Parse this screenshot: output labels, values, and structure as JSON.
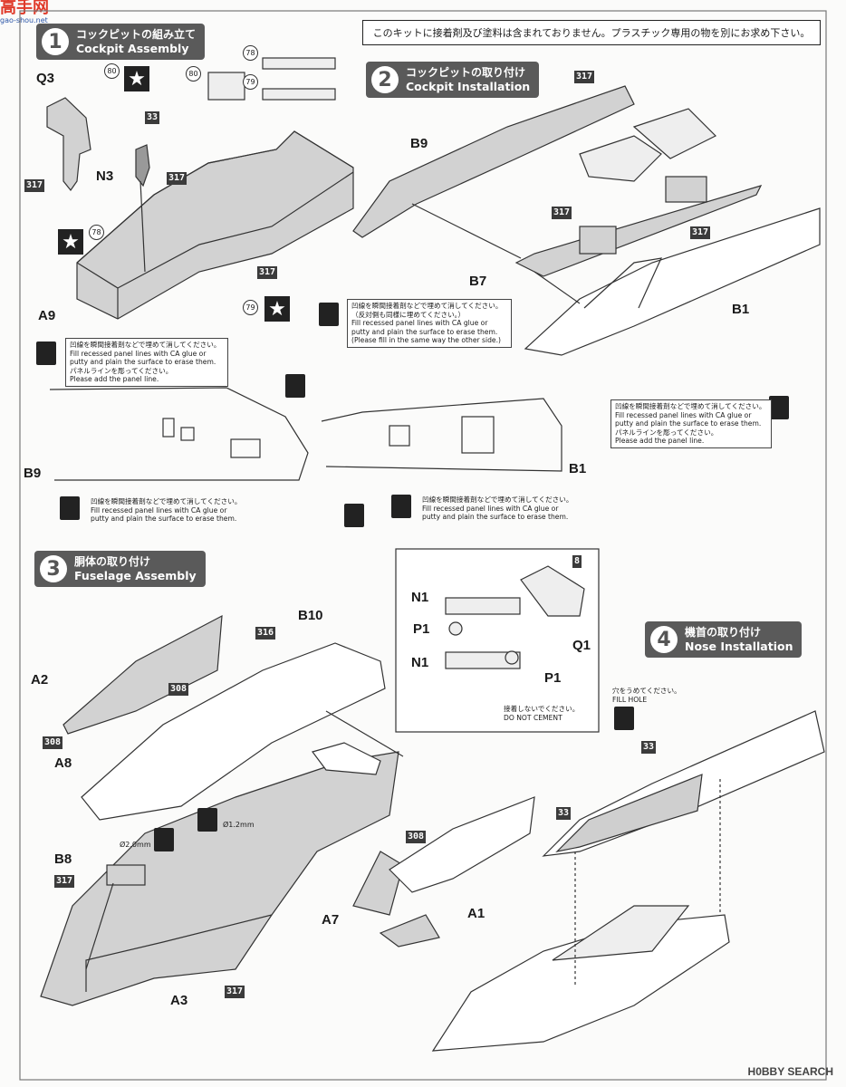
{
  "site_logo": {
    "line1": "高手网",
    "line2": "gao-shou.net"
  },
  "notice": "このキットに接着剤及び塗料は含まれておりません。プラスチック専用の物を別にお求め下さい。",
  "steps": [
    {
      "num": "1",
      "jp": "コックピットの組み立て",
      "en": "Cockpit Assembly"
    },
    {
      "num": "2",
      "jp": "コックピットの取り付け",
      "en": "Cockpit Installation"
    },
    {
      "num": "3",
      "jp": "胴体の取り付け",
      "en": "Fuselage Assembly"
    },
    {
      "num": "4",
      "jp": "機首の取り付け",
      "en": "Nose Installation"
    }
  ],
  "parts": {
    "q3": "Q3",
    "n3": "N3",
    "a9": "A9",
    "b9": "B9",
    "b7": "B7",
    "b1": "B1",
    "b9b": "B9",
    "b1b": "B1",
    "b10": "B10",
    "a2": "A2",
    "a8": "A8",
    "b8": "B8",
    "a3": "A3",
    "a7": "A7",
    "a1": "A1",
    "n1a": "N1",
    "n1b": "N1",
    "p1a": "P1",
    "p1b": "P1",
    "q1": "Q1"
  },
  "paints": {
    "c317": "317",
    "c33": "33",
    "c308": "308",
    "c316": "316",
    "c8": "8"
  },
  "decals": {
    "d80": "80",
    "d78": "78",
    "d79": "79"
  },
  "notes": {
    "fill_jp": "凹線を瞬間接着剤などで埋めて消してください。",
    "fill_en1": "Fill recessed panel lines with CA glue or",
    "fill_en2": "putty and plain the surface to erase them.",
    "other_jp": "（反対側も同様に埋めてください。）",
    "other_en": "(Please fill in the same way the other side.)",
    "panel_jp": "パネルラインを彫ってください。",
    "panel_en": "Please add the panel line.",
    "nocement_jp": "接着しないでください。",
    "nocement_en": "DO NOT CEMENT",
    "fillhole_jp": "穴をうめてください。",
    "fillhole_en": "FILL HOLE",
    "d20": "Ø2.0mm",
    "d12": "Ø1.2mm"
  },
  "footer": "H0BBY SEARCH"
}
